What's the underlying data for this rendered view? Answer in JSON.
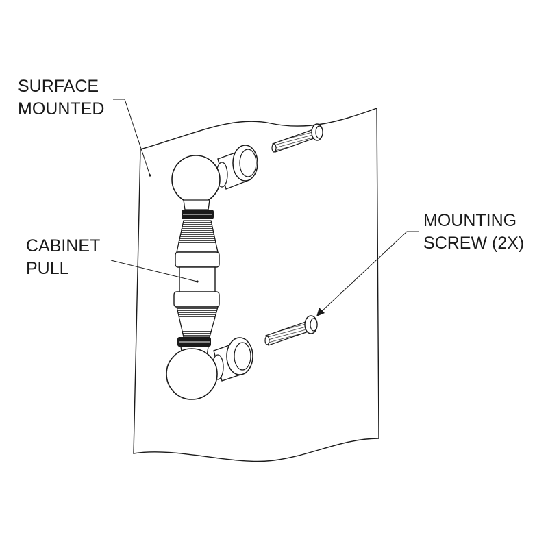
{
  "labels": {
    "surface_mounted": [
      "SURFACE",
      "MOUNTED"
    ],
    "cabinet_pull": [
      "CABINET",
      "PULL"
    ],
    "mounting_screw": [
      "MOUNTING",
      "SCREW (2X)"
    ]
  },
  "colors": {
    "line": "#1a1a1a",
    "fill": "#ffffff",
    "dark_ring": "#1a1a1a"
  }
}
